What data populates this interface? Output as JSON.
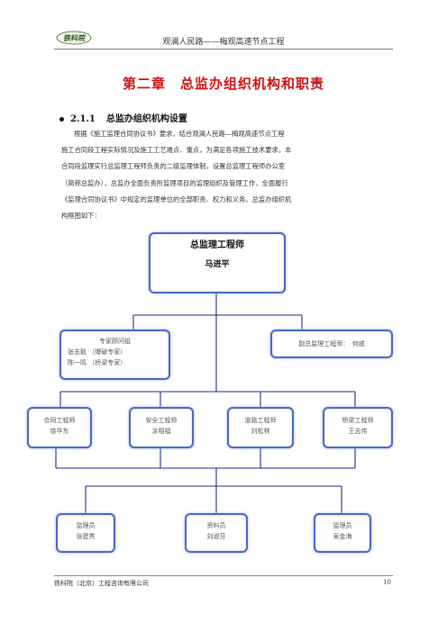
{
  "header": {
    "title": "观澜人民路——梅观高速节点工程",
    "logo_alt": "铁科院"
  },
  "chapter_title": "第二章　总监办组织机构和职责",
  "section": {
    "number": "2.1.1",
    "title": "总监办组织机构设置"
  },
  "paragraph_lines": [
    "根据《施工监理合同协议书》要求，结合观澜人民路—梅观高速节点工程",
    "施工合同段工程实际情况及施工工艺难点、重点，为满足各项施工技术要求，本",
    "合同段监理实行总监理工程师负责的二级监理体制，设置总监理工程师办公室",
    "（简称总监办），总监办全面负责所监理项目的监理组织及管理工作，全面履行",
    "《监理合同协议书》中规定的监理单位的全部职责、权力和义务。总监办组织机",
    "构框图如下："
  ],
  "org_chart": {
    "chief": {
      "title": "总监理工程师",
      "name": "马进平"
    },
    "experts": {
      "title": "专家顾问组",
      "members": [
        "张志毅 （爆破专家）",
        "陈一鸣 （桥梁专家）"
      ]
    },
    "deputy": {
      "label": "副总监理工程师：　何戚"
    },
    "engineers": [
      {
        "title": "合同工程师",
        "name": "徐华东"
      },
      {
        "title": "安全工程师",
        "name": "涂相福"
      },
      {
        "title": "道路工程师",
        "name": "刘松林"
      },
      {
        "title": "桥梁工程师",
        "name": "王志伟"
      }
    ],
    "staff": [
      {
        "title": "监理员",
        "name": "张建秀"
      },
      {
        "title": "资料员",
        "name": "刘淑芬"
      },
      {
        "title": "监理员",
        "name": "吴金海"
      }
    ],
    "colors": {
      "box_border": "#4b67c9",
      "connector": "#1a2a8c"
    }
  },
  "footer": {
    "company": "铁科院（北京）工程咨询有限公司",
    "page_number": "10"
  }
}
